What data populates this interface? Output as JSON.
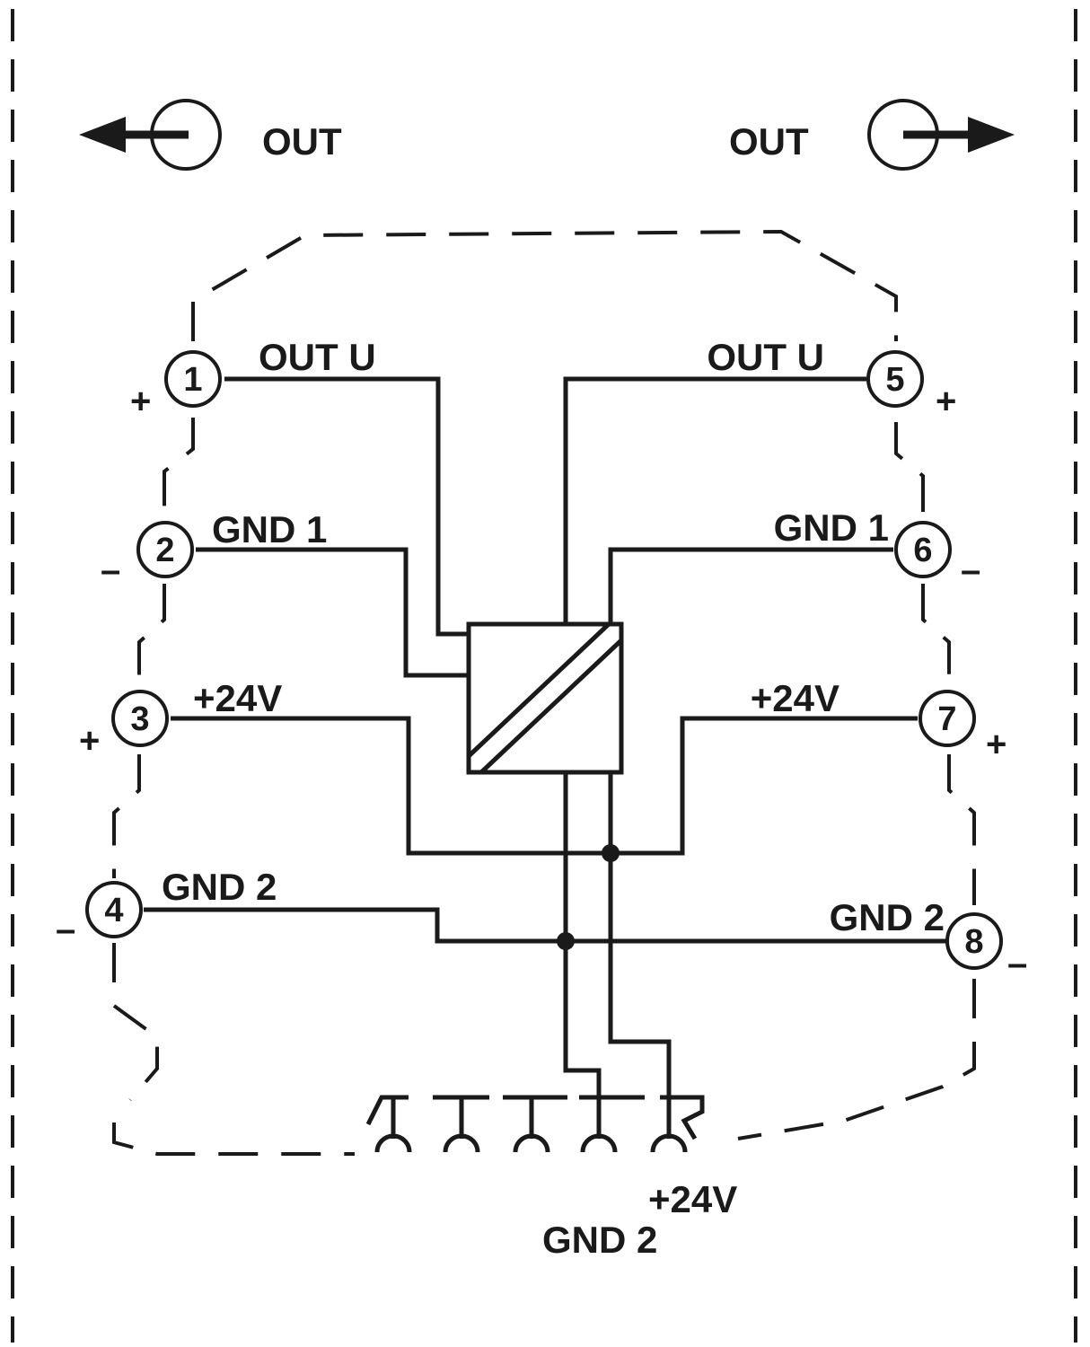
{
  "colors": {
    "ink": "#1a1a1a",
    "background": "#ffffff"
  },
  "outputs": {
    "left": {
      "label": "OUT",
      "icon": "output-arrow-left-icon"
    },
    "right": {
      "label": "OUT",
      "icon": "output-arrow-right-icon"
    }
  },
  "terminals": [
    {
      "number": "1",
      "label": "OUT U",
      "polarity": "+"
    },
    {
      "number": "2",
      "label": "GND 1",
      "polarity": "–"
    },
    {
      "number": "3",
      "label": "+24V",
      "polarity": "+"
    },
    {
      "number": "4",
      "label": "GND 2",
      "polarity": "–"
    },
    {
      "number": "5",
      "label": "OUT U",
      "polarity": "+"
    },
    {
      "number": "6",
      "label": "GND 1",
      "polarity": "–"
    },
    {
      "number": "7",
      "label": "+24V",
      "polarity": "+"
    },
    {
      "number": "8",
      "label": "GND 2",
      "polarity": "–"
    }
  ],
  "converter": {
    "icon": "isolating-converter-icon"
  },
  "bus_connector": {
    "icon": "din-rail-bus-connector-icon",
    "labels": {
      "supply": "+24V",
      "ground": "GND 2"
    }
  }
}
